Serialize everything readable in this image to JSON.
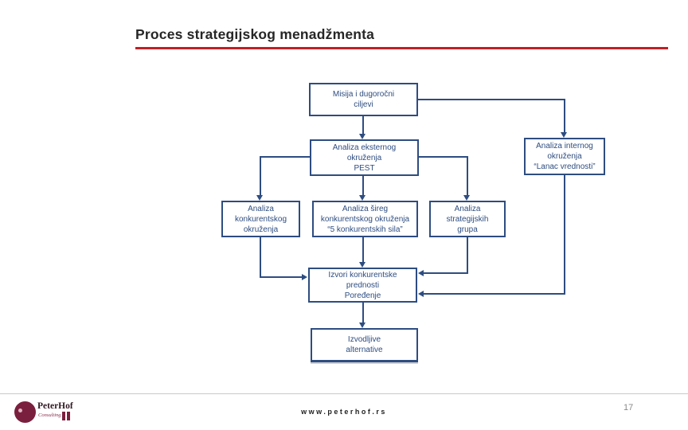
{
  "slide": {
    "title": "Proces strategijskog menadžmenta",
    "page_number": "17",
    "footer_url": "www.peterhof.rs"
  },
  "logo": {
    "brand": "PeterHof",
    "tagline": "Consulting"
  },
  "colors": {
    "title_text": "#262626",
    "accent_red": "#c02026",
    "diagram_blue": "#2e4d80",
    "logo_maroon": "#7b1f3e",
    "page_number_gray": "#8a8a8a"
  },
  "diagram": {
    "nodes": [
      {
        "id": "misija",
        "label": "Misija i dugoročni\nciljevi"
      },
      {
        "id": "eksterno",
        "label": "Analiza eksternog\nokruženja\nPEST"
      },
      {
        "id": "interno",
        "label": "Analiza internog\nokruženja\n“Lanac vrednosti”"
      },
      {
        "id": "konkurentsko",
        "label": "Analiza\nkonkurentskog\nokruženja"
      },
      {
        "id": "sire-konkurentsko",
        "label": "Analiza šireg\nkonkurentskog okruženja\n“5 konkurentskih sila”"
      },
      {
        "id": "strategijske-grupe",
        "label": "Analiza\nstrategijskih\ngrupa"
      },
      {
        "id": "izvori",
        "label": "Izvori konkurentske\nprednosti\nPoređenje"
      },
      {
        "id": "alternative",
        "label": "Izvodljive\nalternative"
      }
    ],
    "edges": [
      {
        "from": "misija",
        "to": "eksterno"
      },
      {
        "from": "misija",
        "to": "interno"
      },
      {
        "from": "eksterno",
        "to": "konkurentsko"
      },
      {
        "from": "eksterno",
        "to": "sire-konkurentsko"
      },
      {
        "from": "eksterno",
        "to": "strategijske-grupe"
      },
      {
        "from": "konkurentsko",
        "to": "izvori"
      },
      {
        "from": "sire-konkurentsko",
        "to": "izvori"
      },
      {
        "from": "strategijske-grupe",
        "to": "izvori"
      },
      {
        "from": "interno",
        "to": "izvori"
      },
      {
        "from": "izvori",
        "to": "alternative"
      }
    ]
  }
}
